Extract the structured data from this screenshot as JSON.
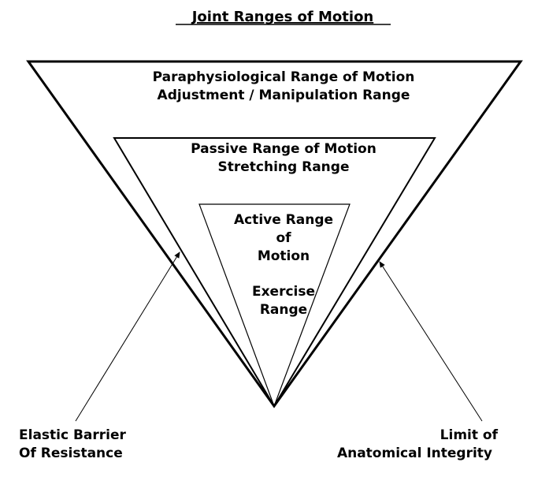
{
  "title": "Joint Ranges of Motion",
  "outer_zone": {
    "line1": "Paraphysiological Range of Motion",
    "line2": "Adjustment / Manipulation Range"
  },
  "middle_zone": {
    "line1": "Passive Range of Motion",
    "line2": "Stretching Range"
  },
  "inner_zone": {
    "line1": "Active Range",
    "line2": "of",
    "line3": "Motion",
    "line4": "Exercise",
    "line5": "Range"
  },
  "left_annotation": {
    "line1": "Elastic Barrier",
    "line2": "Of Resistance"
  },
  "right_annotation": {
    "line1": "Limit of",
    "line2": "Anatomical Integrity"
  }
}
